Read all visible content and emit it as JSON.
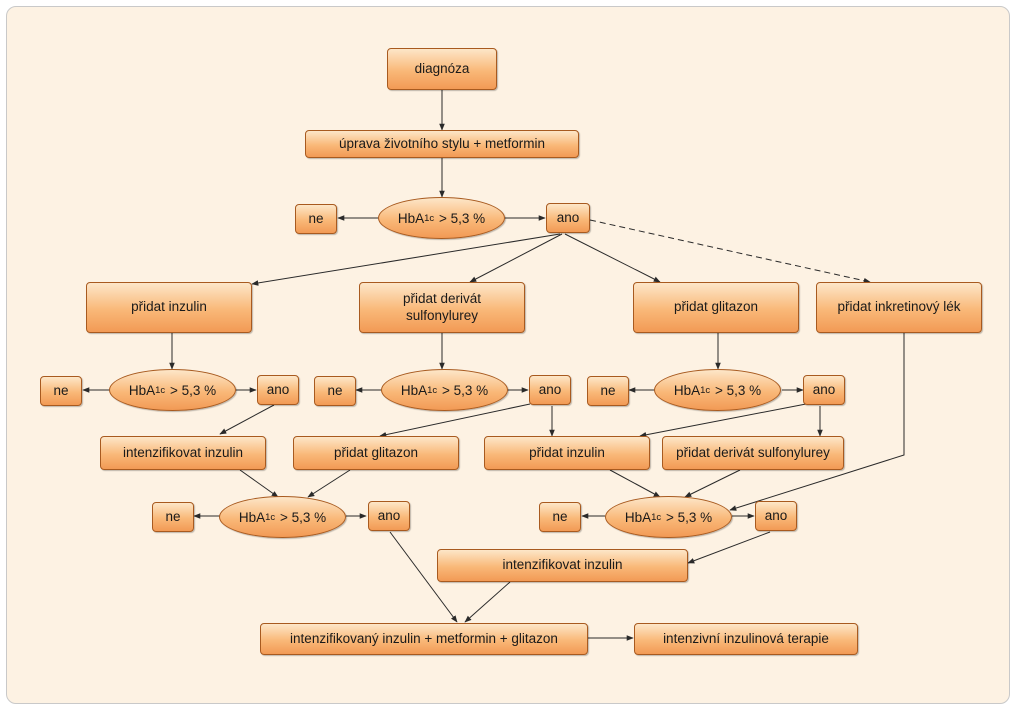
{
  "diagram": {
    "diagnosis": "diagnóza",
    "lifestyle_metformin": "úprava životního stylu + metformin",
    "test": {
      "prefix": "HbA",
      "subscript": "1c",
      "suffix": " > 5,3 %"
    },
    "no": "ne",
    "yes": "ano",
    "add_insulin": "přidat inzulin",
    "add_sulfonylurea_derivative": "přidat derivát sulfonylurey",
    "add_glitazone": "přidat glitazon",
    "add_incretin_drug": "přidat inkretinový lék",
    "intensify_insulin": "intenzifikovat inzulin",
    "add_glitazone_2": "přidat glitazon",
    "add_insulin_2": "přidat inzulin",
    "add_sulfonylurea_derivative_2": "přidat derivát sulfonylurey",
    "intensify_insulin_2": "intenzifikovat inzulin",
    "intensified_combo": "intenzifikovaný inzulin + metformin + glitazon",
    "intensive_insulin_therapy": "intenzivní inzulinová terapie",
    "colors": {
      "box_top": "#fde6c8",
      "box_bottom": "#f29a55",
      "border": "#a85a1f",
      "background": "#fdf2e3"
    }
  }
}
